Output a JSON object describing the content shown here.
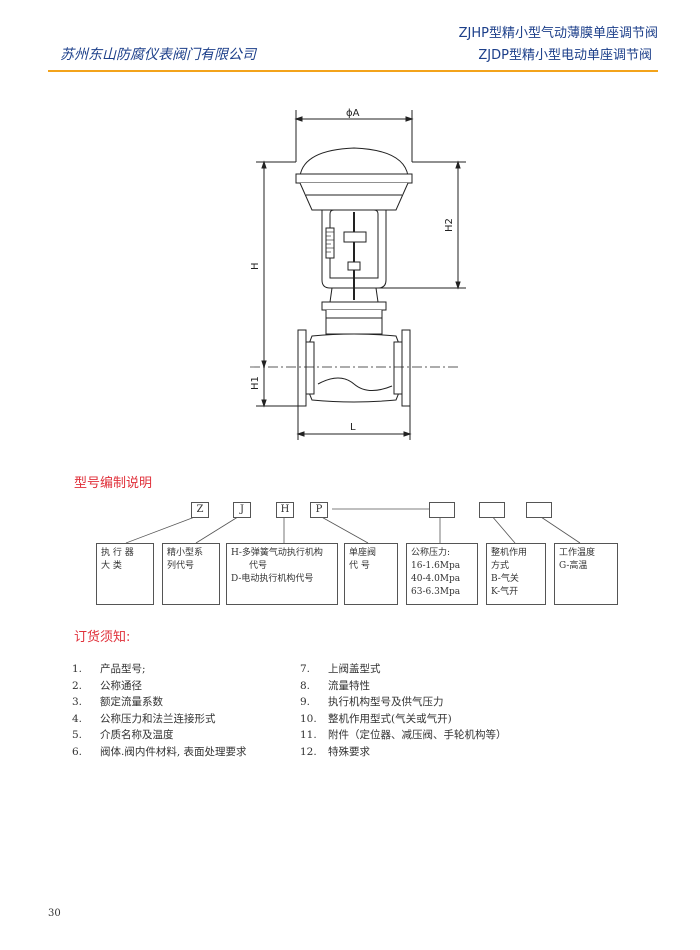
{
  "header": {
    "company": "苏州东山防腐仪表阀门有限公司",
    "title_line1": "ZJHP型精小型气动薄膜单座调节阀",
    "title_line2": "ZJDP型精小型电动单座调节阀",
    "rule_color": "#f3a31b",
    "text_color": "#1c3f8a"
  },
  "drawing": {
    "dim_phiA": "ϕA",
    "dim_H": "H",
    "dim_H1": "H1",
    "dim_H2": "H2",
    "dim_L": "L"
  },
  "model_section": {
    "title": "型号编制说明",
    "title_color": "#e0303a",
    "code_boxes": [
      "Z",
      "J",
      "H",
      "P",
      "",
      "",
      ""
    ],
    "descriptions": [
      [
        "执 行 器",
        "大    类"
      ],
      [
        "精小型系",
        "列代号"
      ],
      [
        "H-多弹簧气动执行机构",
        "代号",
        "D-电动执行机构代号"
      ],
      [
        "单座阀",
        "代  号"
      ],
      [
        "公称压力:",
        "16-1.6Mpa",
        "40-4.0Mpa",
        "63-6.3Mpa"
      ],
      [
        "整机作用",
        "方式",
        "B-气关",
        "K-气开"
      ],
      [
        "工作温度",
        "G-高温"
      ]
    ]
  },
  "order_section": {
    "title": "订货须知:",
    "left_items": [
      {
        "num": "1.",
        "text": "产品型号;"
      },
      {
        "num": "2.",
        "text": "公称通径"
      },
      {
        "num": "3.",
        "text": "额定流量系数"
      },
      {
        "num": "4.",
        "text": "公称压力和法兰连接形式"
      },
      {
        "num": "5.",
        "text": "介质名称及温度"
      },
      {
        "num": "6.",
        "text": "阀体.阀内件材料, 表面处理要求"
      }
    ],
    "right_items": [
      {
        "num": "7.",
        "text": "上阀盖型式"
      },
      {
        "num": "8.",
        "text": "流量特性"
      },
      {
        "num": "9.",
        "text": "执行机构型号及供气压力"
      },
      {
        "num": "10.",
        "text": "整机作用型式(气关或气开)"
      },
      {
        "num": "11.",
        "text": "附件（定位器、减压阀、手轮机构等）"
      },
      {
        "num": "12.",
        "text": "特殊要求"
      }
    ]
  },
  "footer": {
    "page_number": "30"
  }
}
